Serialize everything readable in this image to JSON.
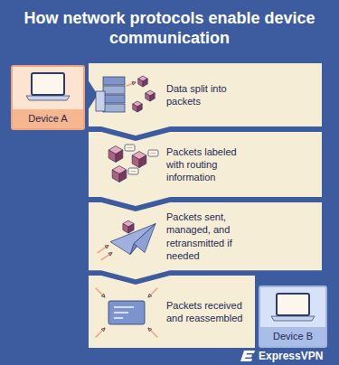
{
  "diagram": {
    "title": "How network protocols enable device communication",
    "nodes": [
      {
        "text": [
          "Device A"
        ]
      },
      {
        "text": [
          "Data split into packets"
        ]
      },
      {
        "text": [
          "Packets labeled with routing information"
        ]
      },
      {
        "text": [
          "Packets sent, managed, and retransmitted if needed"
        ]
      },
      {
        "text": [
          "Packets received and reassembled"
        ]
      },
      {
        "text": [
          "Device B"
        ]
      }
    ],
    "labels": [
      "ExpressVPN"
    ]
  }
}
